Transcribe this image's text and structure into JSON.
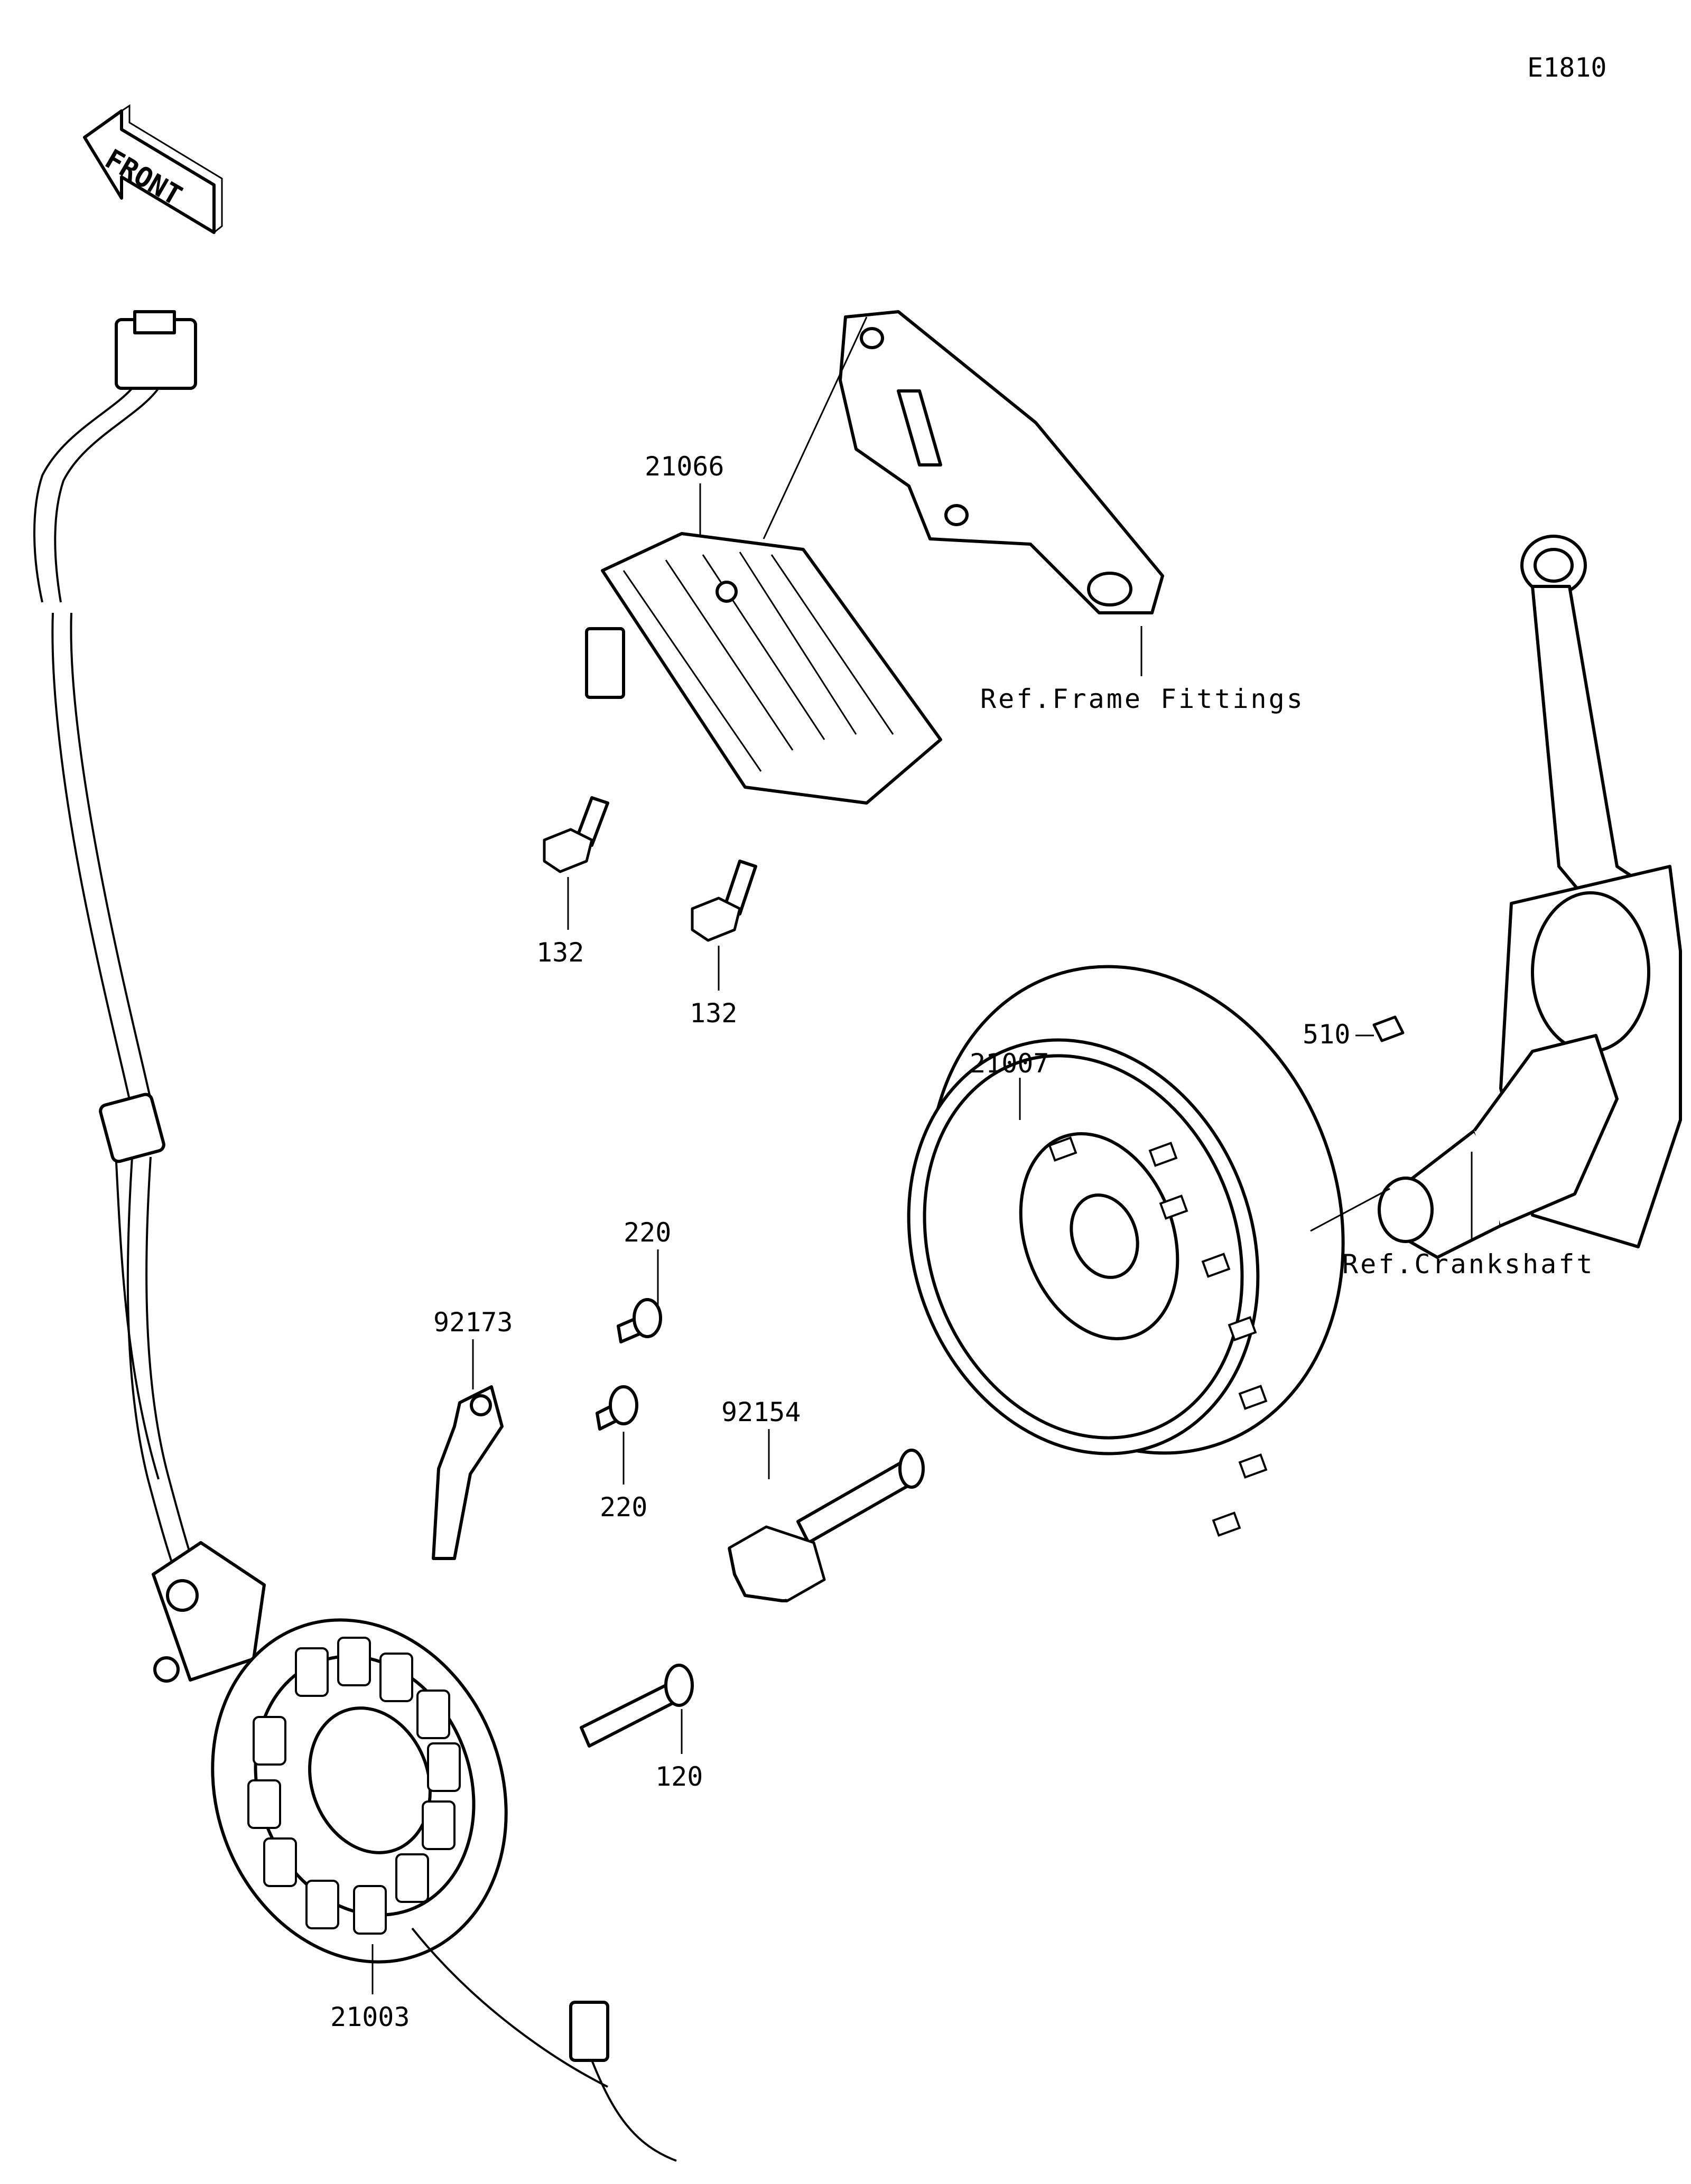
{
  "diagram_code": "E1810",
  "front_label": "FRONT",
  "parts": {
    "regulator": "21066",
    "bolt_a": "132",
    "bolt_b": "132",
    "flywheel": "21007",
    "key": "510",
    "flywheel_bolt": "92154",
    "plate": "92173",
    "screw_a": "220",
    "screw_b": "220",
    "stator_bolt": "120",
    "stator": "21003"
  },
  "references": {
    "frame_fittings": "Ref.Frame Fittings",
    "crankshaft": "Ref.Crankshaft"
  },
  "icons": {
    "front_arrow": "front-arrow-icon"
  }
}
